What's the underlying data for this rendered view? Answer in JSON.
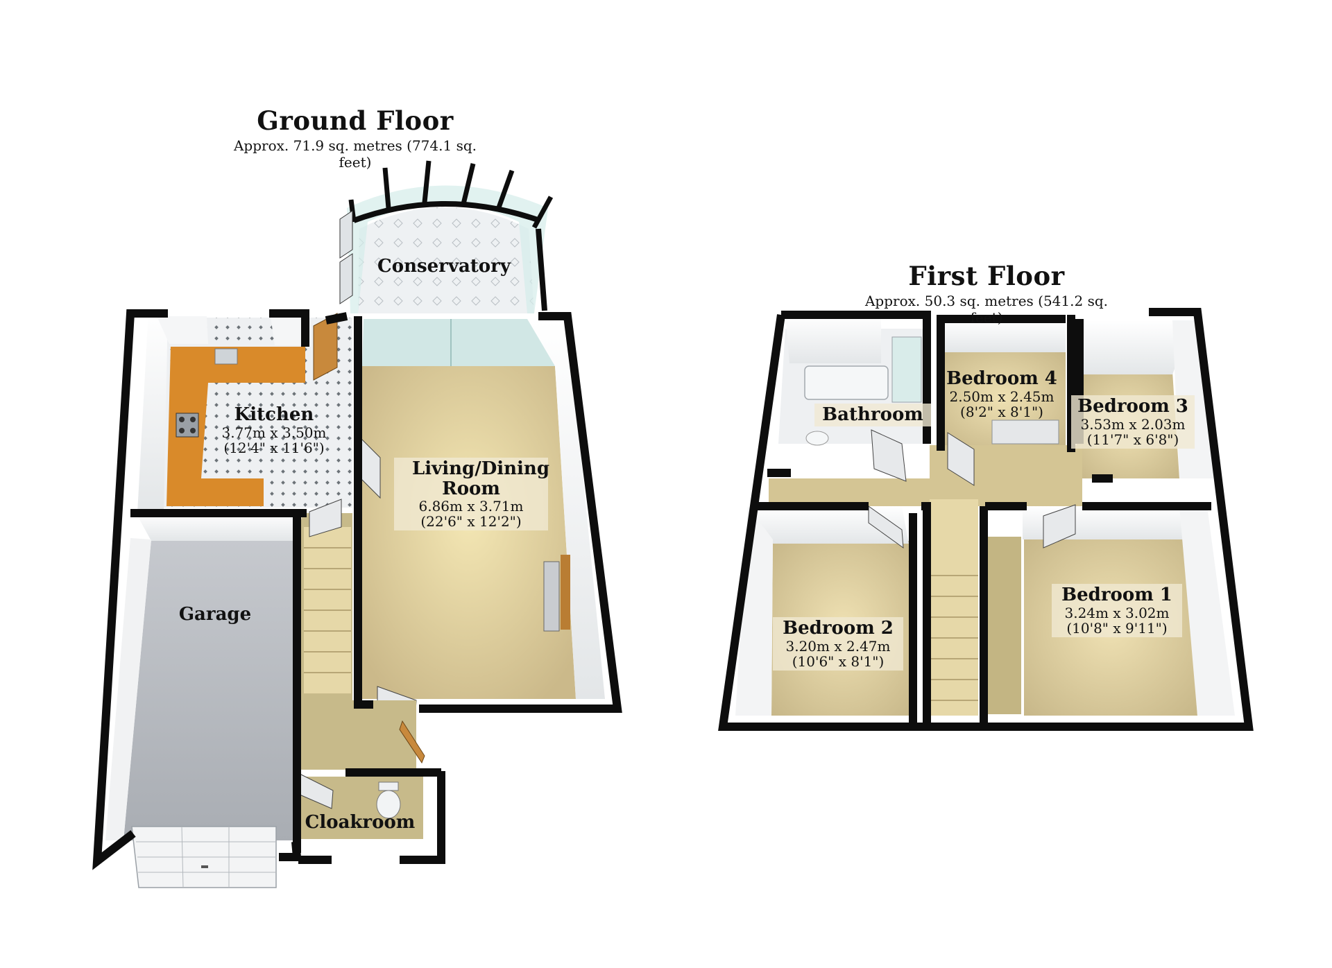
{
  "ground_floor": {
    "title": "Ground Floor",
    "area": "Approx. 71.9 sq. metres (774.1 sq. feet)",
    "rooms": {
      "conservatory": {
        "name": "Conservatory"
      },
      "kitchen": {
        "name": "Kitchen",
        "metric": "3.77m x 3.50m",
        "imperial": "(12'4\" x 11'6\")"
      },
      "living": {
        "name": "Living/Dining Room",
        "metric": "6.86m x 3.71m",
        "imperial": "(22'6\" x 12'2\")"
      },
      "garage": {
        "name": "Garage"
      },
      "cloakroom": {
        "name": "Cloakroom"
      }
    }
  },
  "first_floor": {
    "title": "First Floor",
    "area": "Approx. 50.3 sq. metres (541.2 sq. feet)",
    "rooms": {
      "bathroom": {
        "name": "Bathroom"
      },
      "bedroom4": {
        "name": "Bedroom 4",
        "metric": "2.50m x 2.45m",
        "imperial": "(8'2\" x 8'1\")"
      },
      "bedroom3": {
        "name": "Bedroom 3",
        "metric": "3.53m x 2.03m",
        "imperial": "(11'7\" x 6'8\")"
      },
      "bedroom2": {
        "name": "Bedroom 2",
        "metric": "3.20m x 2.47m",
        "imperial": "(10'6\" x 8'1\")"
      },
      "bedroom1": {
        "name": "Bedroom 1",
        "metric": "3.24m x 3.02m",
        "imperial": "(10'8\" x 9'11\")"
      }
    }
  },
  "colors": {
    "wall": "#0d0d0d",
    "carpet": "#d8c89c",
    "garage_floor": "#b9bcc2",
    "kitchen_counter": "#d98a2a",
    "tile": "#e9ecef",
    "glass": "#c5e6e4"
  }
}
